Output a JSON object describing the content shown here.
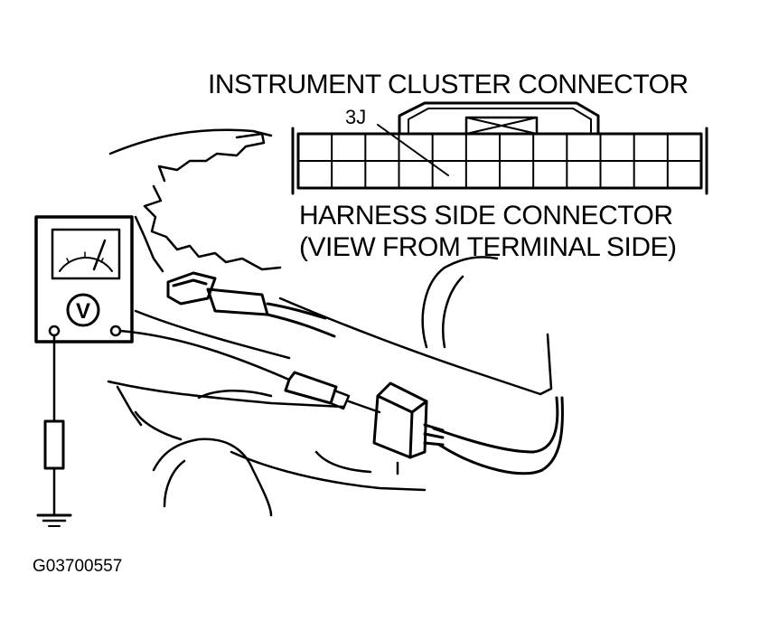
{
  "labels": {
    "cluster_connector": "INSTRUMENT CLUSTER CONNECTOR",
    "terminal_id": "3J",
    "harness_line1": "HARNESS SIDE CONNECTOR",
    "harness_line2": "(VIEW FROM TERMINAL SIDE)",
    "figure_id": "G03700557"
  },
  "meter": {
    "mode_symbol": "V"
  },
  "colors": {
    "ink": "#000000",
    "paper": "#ffffff"
  }
}
